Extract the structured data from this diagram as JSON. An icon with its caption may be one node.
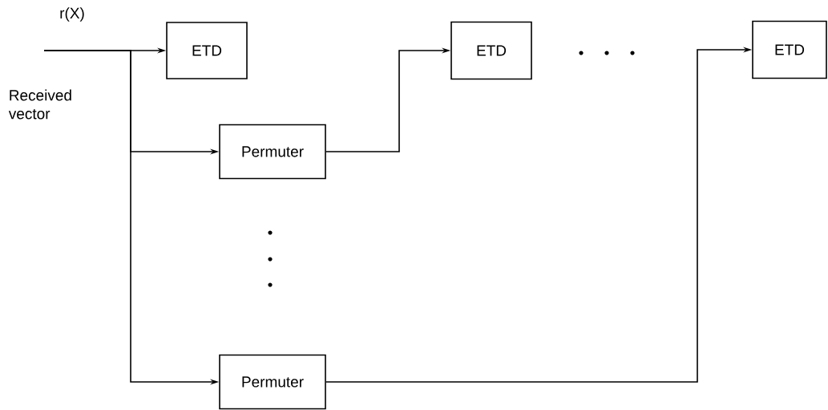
{
  "diagram": {
    "nodes": [
      {
        "text": [
          "ETD"
        ]
      },
      {
        "text": [
          "Permuter"
        ]
      },
      {
        "text": [
          "ETD"
        ]
      },
      {
        "text": [
          "ETD"
        ]
      },
      {
        "text": [
          "Permuter"
        ]
      }
    ],
    "edges": [
      {
        "from": null,
        "to": 0,
        "arrow": "to"
      },
      {
        "from": null,
        "to": 1,
        "arrow": "to"
      },
      {
        "from": null,
        "to": 4,
        "arrow": "to"
      },
      {
        "from": 1,
        "to": 2,
        "arrow": "to"
      },
      {
        "from": 4,
        "to": 3,
        "arrow": "to"
      }
    ],
    "labels": [
      "r(X)",
      "Received vector"
    ]
  }
}
